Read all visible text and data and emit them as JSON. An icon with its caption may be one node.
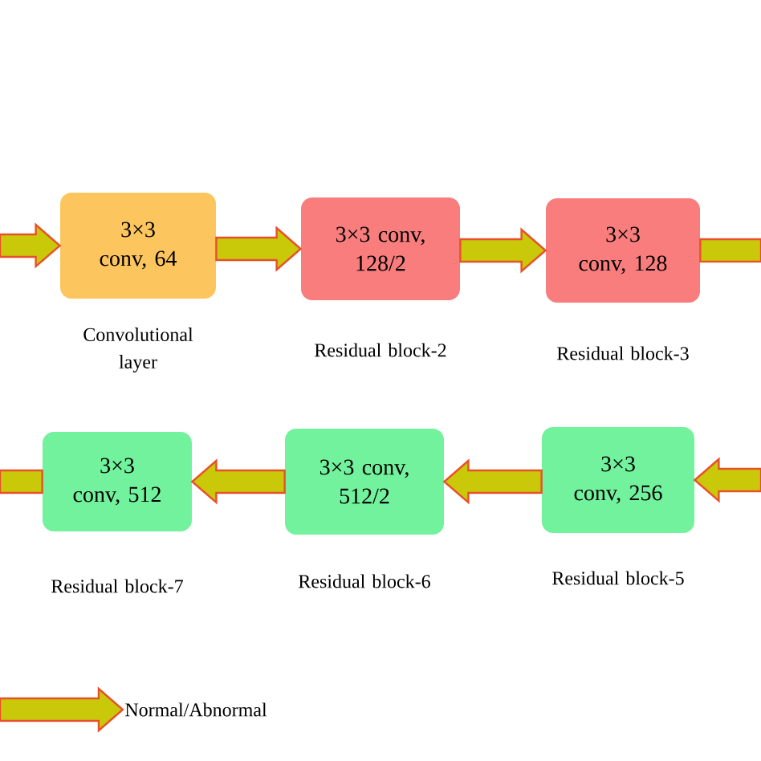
{
  "diagram": {
    "nodes": [
      {
        "text": [
          "3×3 conv, 64"
        ],
        "beside": [
          "Convolutional layer"
        ]
      },
      {
        "text": [
          "3×3 conv, 128/2"
        ],
        "beside": [
          "Residual block-2"
        ]
      },
      {
        "text": [
          "3×3 conv, 128"
        ],
        "beside": [
          "Residual block-3"
        ]
      },
      {
        "text": [
          "3×3 conv, 512"
        ],
        "beside": [
          "Residual block-7"
        ]
      },
      {
        "text": [
          "3×3 conv, 512/2"
        ],
        "beside": [
          "Residual block-6"
        ]
      },
      {
        "text": [
          "3×3 conv, 256"
        ],
        "beside": [
          "Residual block-5"
        ]
      },
      {
        "text": [
          "Normal/Abnormal"
        ]
      }
    ],
    "edges": [
      {
        "from": null,
        "to": 0,
        "arrow": "to"
      },
      {
        "from": 0,
        "to": 1,
        "arrow": "to"
      },
      {
        "from": 1,
        "to": 2,
        "arrow": "to"
      },
      {
        "from": 2,
        "to": null,
        "arrow": "none"
      },
      {
        "from": null,
        "to": 5,
        "arrow": "to"
      },
      {
        "from": 5,
        "to": 4,
        "arrow": "to"
      },
      {
        "from": 4,
        "to": 3,
        "arrow": "to"
      },
      {
        "from": 3,
        "to": null,
        "arrow": "none"
      },
      {
        "from": null,
        "to": 6,
        "arrow": "to"
      }
    ]
  }
}
